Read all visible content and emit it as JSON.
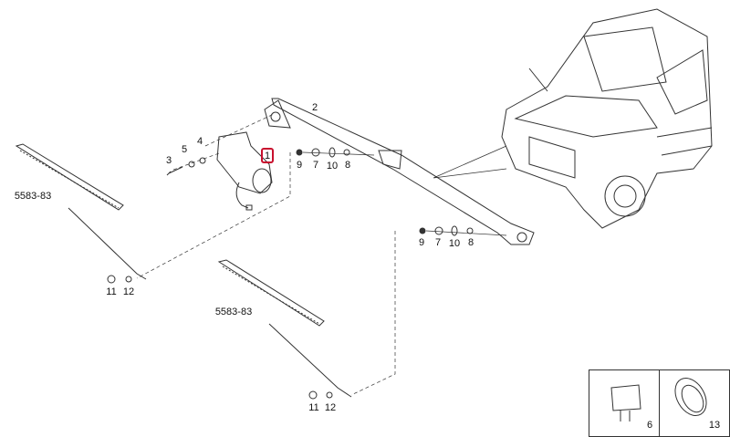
{
  "callouts": {
    "p1": "1",
    "p2": "2",
    "p3": "3",
    "p4": "4",
    "p5": "5",
    "upper_row": [
      "9",
      "7",
      "10",
      "8"
    ],
    "lower_row": [
      "9",
      "7",
      "10",
      "8"
    ],
    "blade_left": "5583-83",
    "blade_center": "5583-83",
    "left_nut": [
      "11",
      "12"
    ],
    "center_nut": [
      "11",
      "12"
    ],
    "inset_relay": "6",
    "inset_seal": "13"
  },
  "colors": {
    "highlight": "#c8102e",
    "line": "#333333"
  }
}
